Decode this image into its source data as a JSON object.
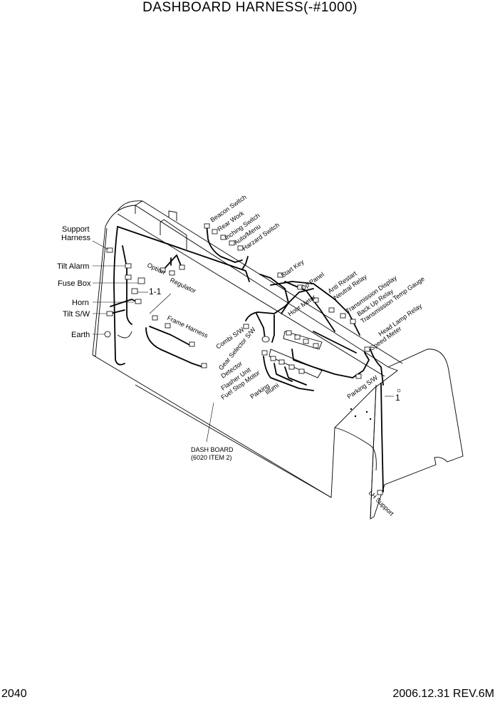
{
  "header": {
    "title": "DASHBOARD HARNESS(-#1000)"
  },
  "footer": {
    "page_number": "2040",
    "revision": "2006.12.31 REV.6M"
  },
  "labels": {
    "support_harness_line1": "Support",
    "support_harness_line2": "Harness",
    "tilt_alarm": "Tilt Alarm",
    "fuse_box": "Fuse Box",
    "horn": "Horn",
    "tilt_sw": "Tilt S/W",
    "earth": "Earth",
    "ref_1_1": "1-1",
    "option": "Option",
    "regulator": "Regulator",
    "frame_harness": "Frame Harness",
    "beacon_switch": "Beacon Switch",
    "rear_work": "Rear Work",
    "inching_switch": "Inching Switch",
    "auto_menu": "Auto/Menu",
    "harzard_switch": "Harzard Switch",
    "start_key": "Start Key",
    "op_panel": "Op Panel",
    "anti_restart": "Anti Restart",
    "neutral_relay": "Neutral Relay",
    "transmission_display": "Transmission Display",
    "back_up_relay": "Back Up Relay",
    "transmission_temp_gauge": "Transmission Temp Gauge",
    "hour_meter": "Hour Meter",
    "head_lamp_relay": "Head Lamp Relay",
    "speed_meter": "Speed Meter",
    "combi_sw": "Combi S/W",
    "gear_selector_sw": "Gear Selector S/W",
    "detector": "Detector",
    "flasher_unit": "Flasher Unit",
    "fuel_stop_motor": "Fuel Stop Motor",
    "parking": "Parking",
    "illumi": "Illumi",
    "parking_sw": "Parking S/W",
    "ref_1": "1",
    "lh_support": "LH Support",
    "dash_board_line1": "DASH BOARD",
    "dash_board_line2": "(6020 ITEM 2)"
  }
}
